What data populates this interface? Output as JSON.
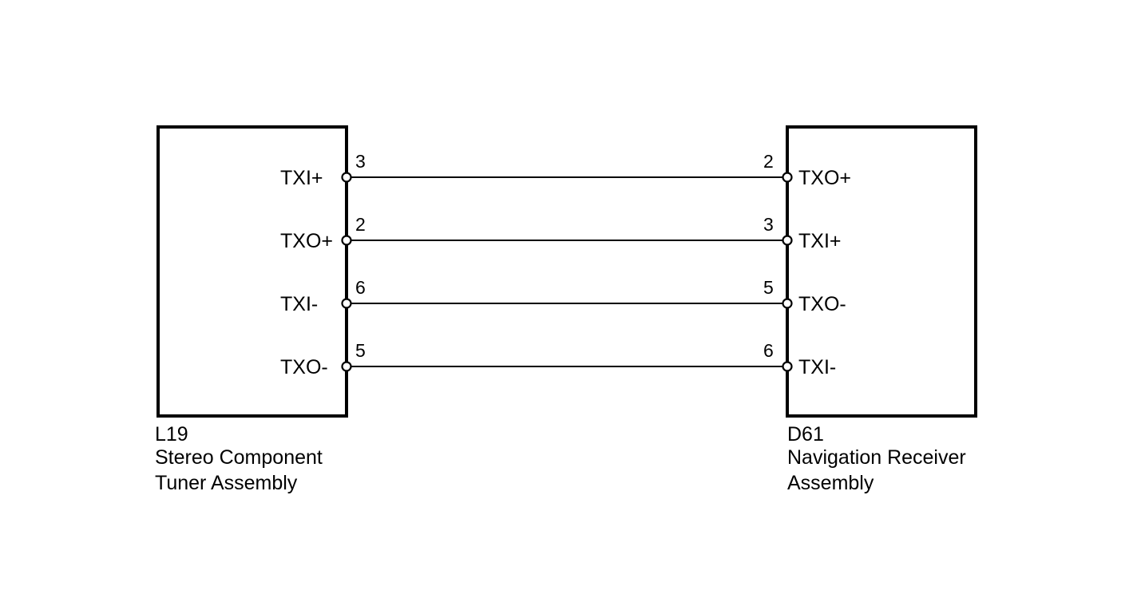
{
  "left_component": {
    "code": "L19",
    "name_line1": "Stereo Component",
    "name_line2": "Tuner Assembly"
  },
  "right_component": {
    "code": "D61",
    "name_line1": "Navigation Receiver",
    "name_line2": "Assembly"
  },
  "connections": [
    {
      "left_signal": "TXI+",
      "left_pin": "3",
      "right_pin": "2",
      "right_signal": "TXO+"
    },
    {
      "left_signal": "TXO+",
      "left_pin": "2",
      "right_pin": "3",
      "right_signal": "TXI+"
    },
    {
      "left_signal": "TXI-",
      "left_pin": "6",
      "right_pin": "5",
      "right_signal": "TXO-"
    },
    {
      "left_signal": "TXO-",
      "left_pin": "5",
      "right_pin": "6",
      "right_signal": "TXI-"
    }
  ],
  "colors": {
    "line": "#000000",
    "background": "#ffffff"
  }
}
